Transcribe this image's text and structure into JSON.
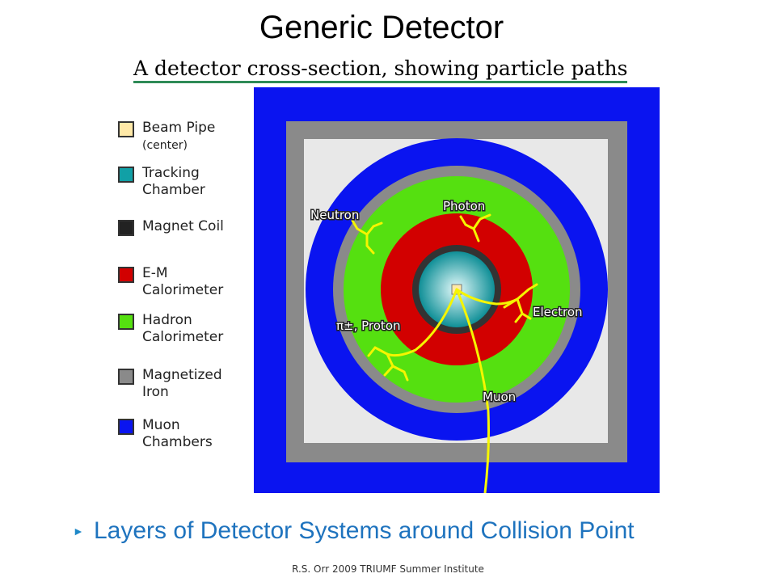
{
  "slide": {
    "title": "Generic Detector",
    "bullet": "Layers of Detector Systems around Collision Point",
    "footer": "R.S. Orr 2009 TRIUMF Summer Institute"
  },
  "figure": {
    "caption": "A detector cross-section, showing particle paths",
    "legend": [
      {
        "label": "Beam Pipe",
        "sub": "(center)",
        "color": "#ffe9a8"
      },
      {
        "label": "Tracking\nChamber",
        "color": "#11a0a6"
      },
      {
        "label": "Magnet Coil",
        "color": "#222222"
      },
      {
        "label": "E-M\nCalorimeter",
        "color": "#d20000"
      },
      {
        "label": "Hadron\nCalorimeter",
        "color": "#55e010"
      },
      {
        "label": "Magnetized\nIron",
        "color": "#8a8a8a"
      },
      {
        "label": "Muon\nChambers",
        "color": "#0a14f0"
      }
    ],
    "particle_labels": {
      "neutron": "Neutron",
      "photon": "Photon",
      "electron": "Electron",
      "pion_proton": "π±, Proton",
      "muon": "Muon"
    },
    "colors": {
      "track": "#f5f500",
      "background": "#e8e8e8"
    }
  }
}
